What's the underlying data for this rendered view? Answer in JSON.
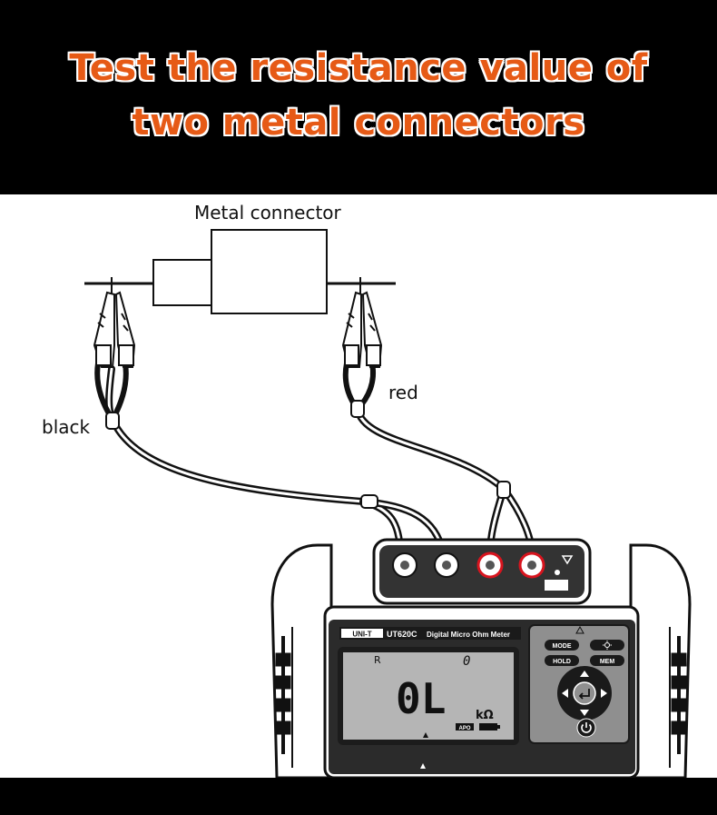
{
  "title": {
    "line1": "Test the resistance value of",
    "line2": "two metal connectors"
  },
  "labels": {
    "metal_connector": "Metal connector",
    "black": "black",
    "red": "red"
  },
  "meter": {
    "brand": "UNI-T",
    "model": "UT620C",
    "description": "Digital Micro Ohm Meter",
    "display": {
      "mode_indicator": "R",
      "zero_indicator": "0",
      "reading": "0L",
      "unit": "kΩ",
      "apo": "APO",
      "battery_icon": "battery-icon"
    },
    "buttons": {
      "mode": "MODE",
      "backlight_icon": "backlight-icon",
      "hold": "HOLD",
      "mem": "MEM",
      "power_icon": "power-icon"
    }
  },
  "colors": {
    "title": "#e65a16",
    "red_terminal": "#d8141e",
    "meter_body": "#2b2b2b",
    "keypad": "#8f8f8f",
    "lcd": "#b5b5b5"
  }
}
